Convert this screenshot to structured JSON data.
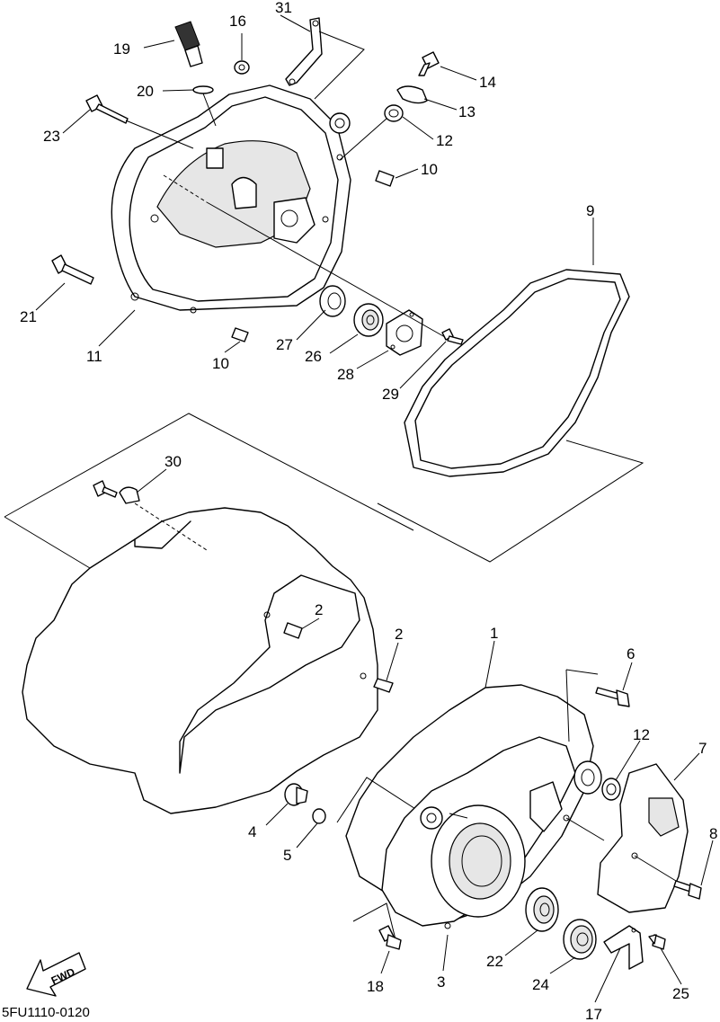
{
  "diagram": {
    "callouts": [
      "1",
      "2",
      "2",
      "3",
      "4",
      "5",
      "6",
      "7",
      "8",
      "9",
      "10",
      "10",
      "11",
      "12",
      "12",
      "13",
      "14",
      "16",
      "17",
      "18",
      "19",
      "20",
      "21",
      "22",
      "23",
      "24",
      "25",
      "26",
      "27",
      "28",
      "29",
      "30",
      "31"
    ],
    "fwd_label": "FWD",
    "drawing_code": "5FU1110-0120"
  }
}
